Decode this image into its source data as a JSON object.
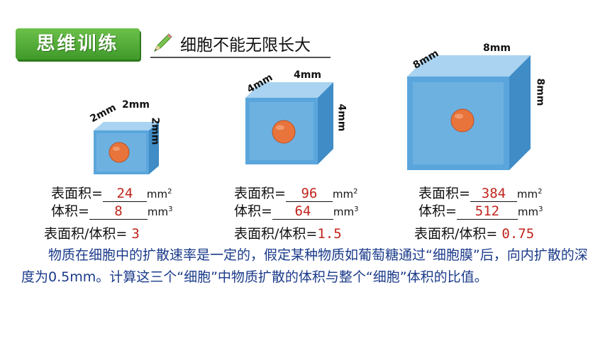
{
  "header": {
    "badge": "思维训练",
    "topic": "细胞不能无限长大"
  },
  "cubes": [
    {
      "dims": [
        "2mm",
        "2mm",
        "2mm"
      ],
      "surface_label": "表面积=",
      "surface_value": "24",
      "surface_unit": "mm",
      "surface_exp": "2",
      "volume_label": "体积=",
      "volume_value": "8",
      "volume_unit": "mm",
      "volume_exp": "3",
      "ratio_label": "表面积/体积=",
      "ratio_value": "3"
    },
    {
      "dims": [
        "4mm",
        "4mm",
        "4mm"
      ],
      "surface_label": "表面积=",
      "surface_value": "96",
      "surface_unit": "mm",
      "surface_exp": "2",
      "volume_label": "体积=",
      "volume_value": "64",
      "volume_unit": "mm",
      "volume_exp": "3",
      "ratio_label": "表面积/体积=",
      "ratio_value": "1.5"
    },
    {
      "dims": [
        "8mm",
        "8mm",
        "8mm"
      ],
      "surface_label": "表面积=",
      "surface_value": "384",
      "surface_unit": "mm",
      "surface_exp": "2",
      "volume_label": "体积=",
      "volume_value": "512",
      "volume_unit": "mm",
      "volume_exp": "3",
      "ratio_label": "表面积/体积=",
      "ratio_value": "0.75"
    }
  ],
  "paragraph": "物质在细胞中的扩散速率是一定的，假定某种物质如葡萄糖通过“细胞膜”后，向内扩散的深度为0.5mm。计算这三个“细胞”中物质扩散的体积与整个“细胞”体积的比值。",
  "colors": {
    "badge_green": "#4faa33",
    "answer_red": "#c0241c",
    "paragraph_blue": "#1a3a8a",
    "cube_blue": "#5aa6dc",
    "sphere_orange": "#e8743b"
  }
}
